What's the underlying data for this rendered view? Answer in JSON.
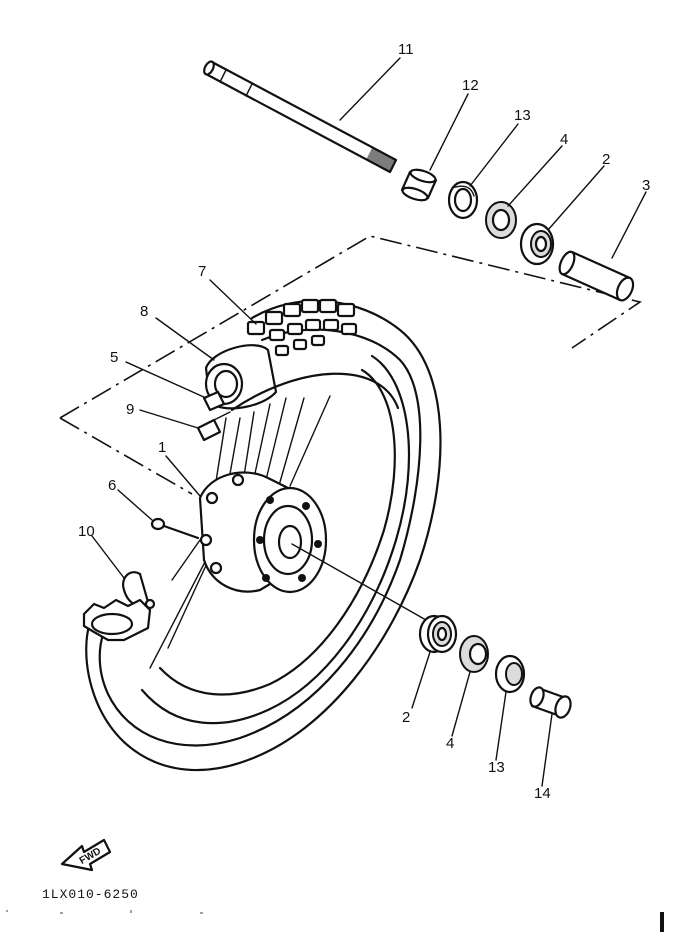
{
  "labels": {
    "part_1": "1",
    "part_2_top": "2",
    "part_2_bottom": "2",
    "part_3": "3",
    "part_4_top": "4",
    "part_4_bottom": "4",
    "part_5": "5",
    "part_6": "6",
    "part_7": "7",
    "part_8": "8",
    "part_9": "9",
    "part_10": "10",
    "part_11": "11",
    "part_12": "12",
    "part_13_top": "13",
    "part_13_bottom": "13",
    "part_14": "14"
  },
  "fwd_arrow": {
    "text": "FWD"
  },
  "diagram_code": "1LX010-6250"
}
